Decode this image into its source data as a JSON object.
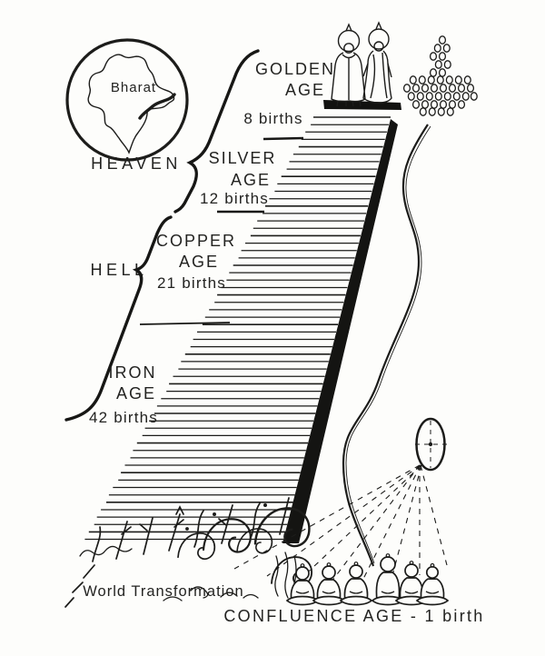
{
  "figure": {
    "globe_label": "Bharat",
    "heaven_label": "HEAVEN",
    "hell_label": "HELL",
    "ages": [
      {
        "line1": "GOLDEN",
        "line2": "AGE",
        "births": "8 births"
      },
      {
        "line1": "SILVER",
        "line2": "AGE",
        "births": "12 births"
      },
      {
        "line1": "COPPER",
        "line2": "AGE",
        "births": "21 births"
      },
      {
        "line1": "IRON",
        "line2": "AGE",
        "births": "42 births"
      }
    ],
    "bottom": {
      "world_transformation": "World Transformation",
      "confluence": "CONFLUENCE AGE - 1 birth"
    },
    "colors": {
      "ink": "#1c1c1a",
      "paper": "#fdfdfb"
    }
  }
}
